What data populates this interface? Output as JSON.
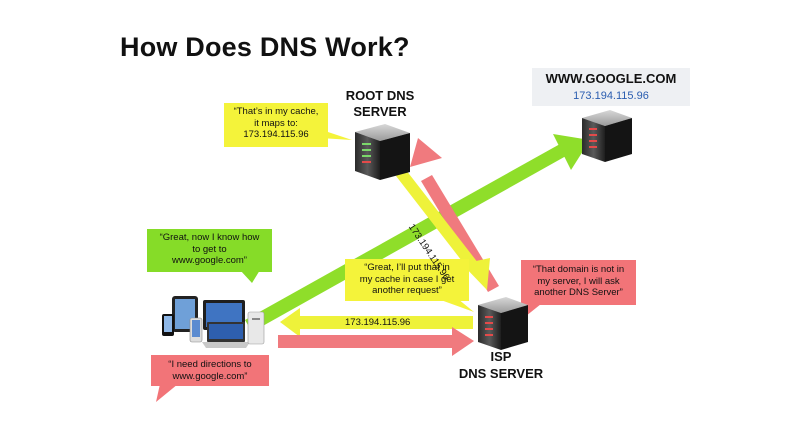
{
  "title": "How Does DNS Work?",
  "root_server": {
    "line1": "ROOT DNS",
    "line2": "SERVER"
  },
  "isp_server": {
    "line1": "ISP",
    "line2": "DNS SERVER"
  },
  "google": {
    "name": "WWW.GOOGLE.COM",
    "ip": "173.194.115.96"
  },
  "bubbles": {
    "root_cache": [
      "“That’s in my cache,",
      "it maps to:",
      "173.194.115.96"
    ],
    "client_great": [
      "“Great, now I know how",
      "to get to",
      "www.google.com”"
    ],
    "client_need": [
      "“I need directions to",
      "www.google.com”"
    ],
    "isp_put": [
      "“Great, I’ll put that in",
      "my cache in case I get",
      "another request”"
    ],
    "isp_not": [
      "“That domain is not in",
      "my server, I will ask",
      "another DNS Server”"
    ]
  },
  "arrow_labels": {
    "isp_to_client": "173.194.115.96",
    "root_to_isp": "173.194.115.96"
  },
  "colors": {
    "green": "#8fde2a",
    "yellow": "#eef23a",
    "red": "#f07a7e",
    "bubble_yellow": "#f4f33a",
    "bubble_green": "#86dc28",
    "bubble_red": "#f27478"
  },
  "icons": [
    "root-server-icon",
    "isp-server-icon",
    "google-server-icon",
    "client-devices-icon"
  ]
}
